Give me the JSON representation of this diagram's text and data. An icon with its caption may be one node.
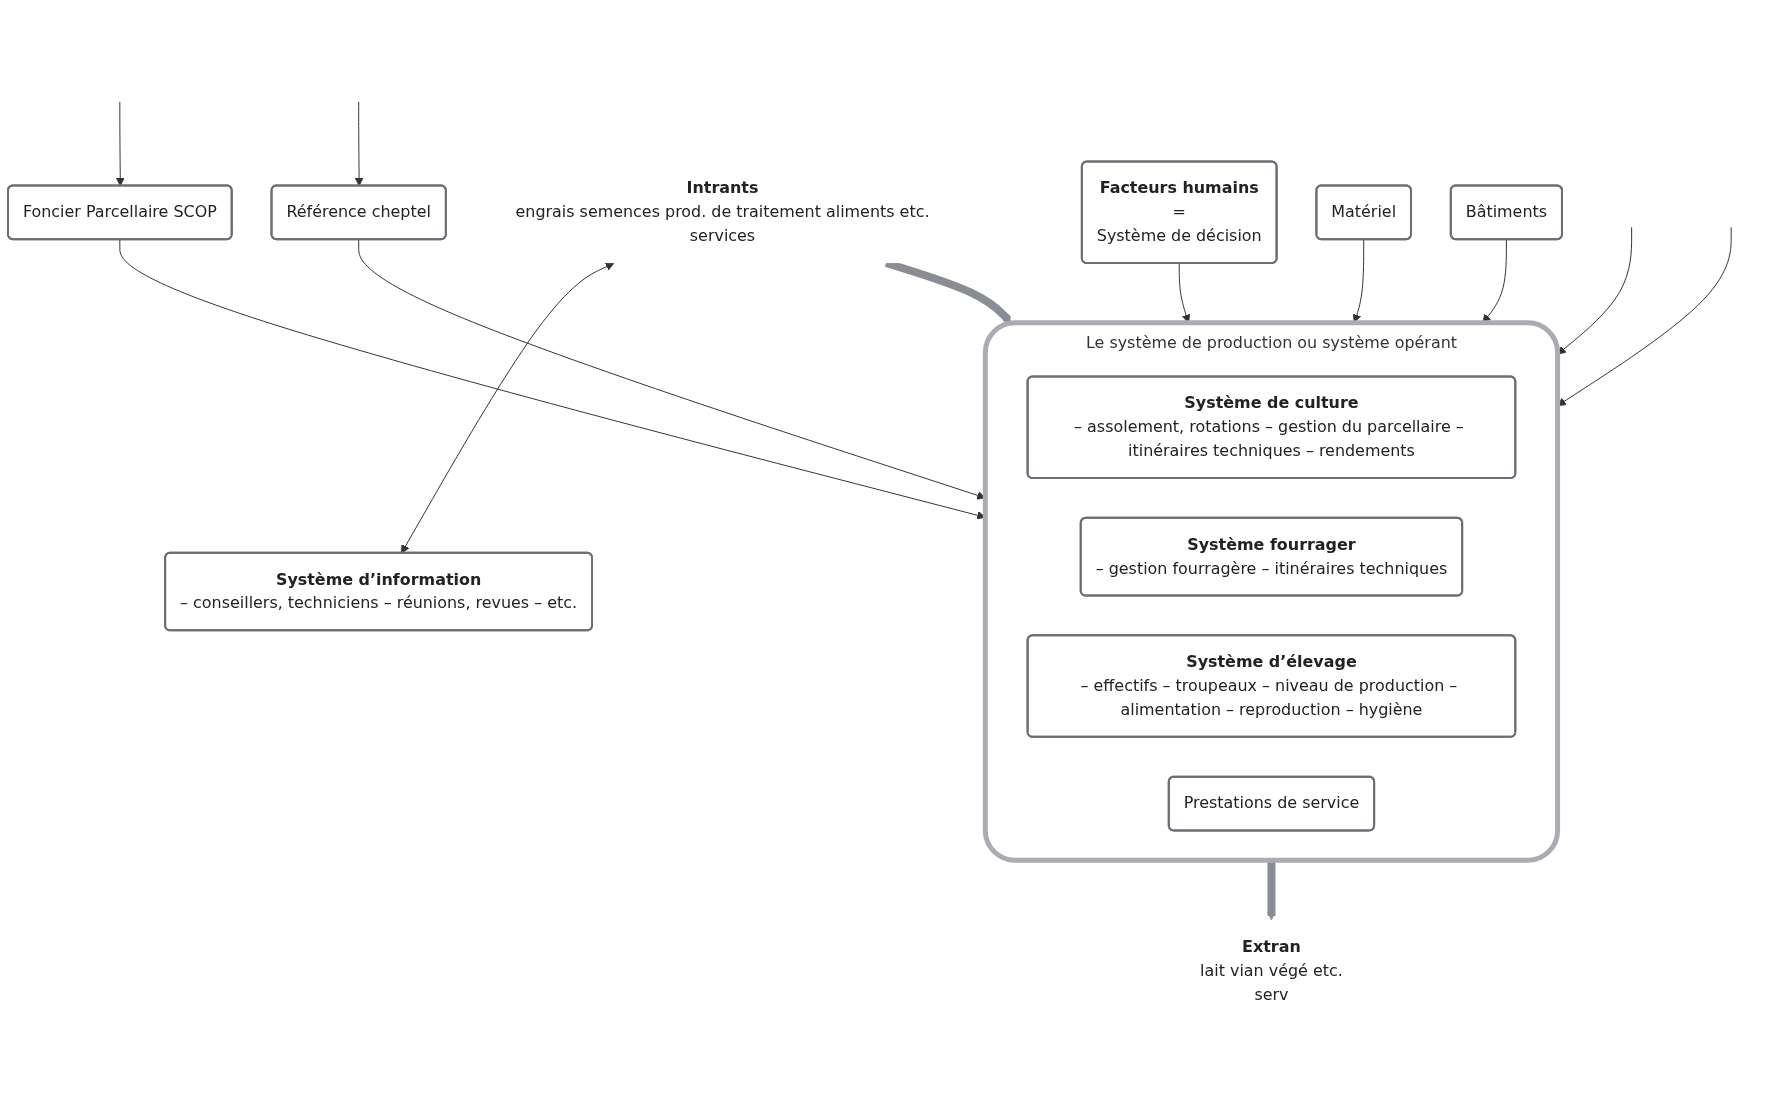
{
  "diagram": {
    "nodes": [
      {
        "text": [
          "Foncier Parcellaire SCOP"
        ]
      },
      {
        "text": [
          "Le système de production ou système opérant"
        ]
      },
      {
        "text": [
          "Système de culture",
          "– assolement, rotations – gestion du parcellaire – itinéraires techniques – rendements"
        ],
        "in": 1
      },
      {
        "text": [
          "Système fourrager",
          "– gestion fourragère – itinéraires techniques"
        ],
        "in": 1
      },
      {
        "text": [
          "Système d’élevage",
          "– effectifs – troupeaux – niveau de production – alimentation – reproduction – hygiène"
        ],
        "in": 1
      },
      {
        "text": [
          "Prestations de service"
        ],
        "in": 1
      },
      {
        "text": [
          "Référence cheptel"
        ]
      },
      {
        "text": [
          "Intrants",
          "engrais semences prod. de traitement aliments etc.",
          "services"
        ]
      },
      {
        "text": [
          "Extran",
          "lait vian végé etc.",
          "serv"
        ]
      },
      {
        "text": [
          "Système d’information",
          "– conseillers, techniciens – réunions, revues – etc."
        ]
      },
      {
        "text": [
          "Facteurs humains",
          "=",
          "Système de décision"
        ]
      },
      {
        "text": [
          "Matériel"
        ]
      },
      {
        "text": [
          "Bâtiments"
        ]
      }
    ],
    "edges": [
      {
        "from": null,
        "to": 0,
        "arrow": "to"
      },
      {
        "from": null,
        "to": 1,
        "arrow": "to"
      },
      {
        "from": null,
        "to": 1,
        "arrow": "to"
      },
      {
        "from": null,
        "to": 6,
        "arrow": "to"
      },
      {
        "from": 0,
        "to": 1,
        "arrow": "to"
      },
      {
        "from": 6,
        "to": 1,
        "arrow": "to"
      },
      {
        "from": 7,
        "to": 1,
        "arrow": "to",
        "style": "thick",
        "color": "#8a8d96"
      },
      {
        "from": 1,
        "to": 8,
        "arrow": "to",
        "style": "thick",
        "color": "#8a8d96"
      },
      {
        "from": 7,
        "to": 9,
        "arrow": "both"
      },
      {
        "from": 10,
        "to": 1,
        "arrow": "to"
      },
      {
        "from": 11,
        "to": 1,
        "arrow": "to"
      },
      {
        "from": 12,
        "to": 1,
        "arrow": "to"
      }
    ]
  }
}
